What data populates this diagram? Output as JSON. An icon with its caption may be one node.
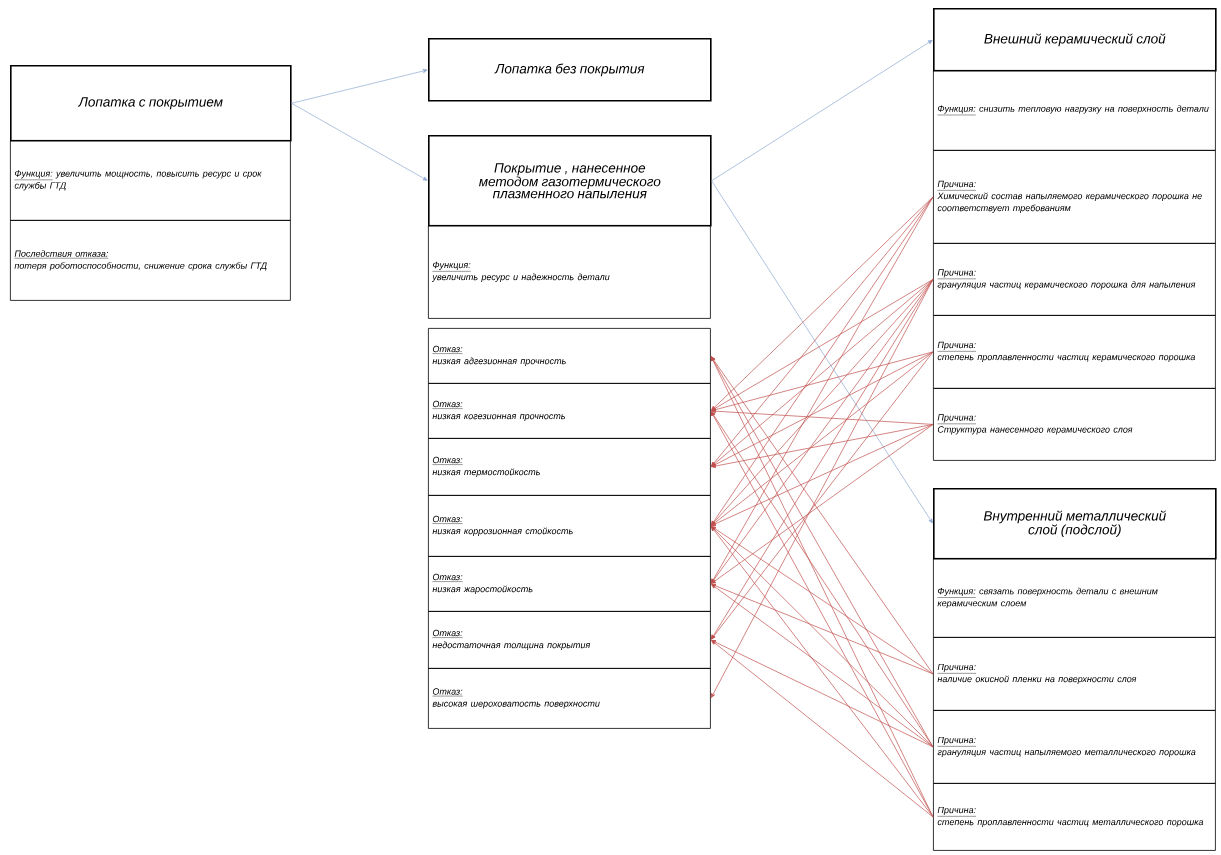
{
  "diagram": {
    "nodes": [
      {
        "text": [
          "Лопатка с покрытием"
        ]
      },
      {
        "text": [
          "Функция:",
          "увеличить мощность, повысить ресурс и срок службы ГТД"
        ]
      },
      {
        "text": [
          "Последствия отказа:",
          "потеря роботоспособности, снижение срока службы ГТД"
        ]
      },
      {
        "text": [
          "Лопатка без покрытия"
        ]
      },
      {
        "text": [
          "Покрытие , нанесенное методом газотермического плазменного напыления"
        ]
      },
      {
        "text": [
          "Функция:",
          "увеличить ресурс и надежность детали"
        ]
      },
      {
        "text": [
          "Отказ:",
          "низкая адгезионная прочность"
        ]
      },
      {
        "text": [
          "Отказ:",
          "низкая когезионная прочность"
        ]
      },
      {
        "text": [
          "Отказ:",
          "низкая термостойкость"
        ]
      },
      {
        "text": [
          "Отказ:",
          "низкая коррозионная стойкость"
        ]
      },
      {
        "text": [
          "Отказ:",
          "низкая жаростойкость"
        ]
      },
      {
        "text": [
          "Отказ:",
          "недостаточная толщина покрытия"
        ]
      },
      {
        "text": [
          "Отказ:",
          "высокая шероховатость поверхности"
        ]
      },
      {
        "text": [
          "Внешний керамический слой"
        ]
      },
      {
        "text": [
          "Функция:",
          "снизить тепловую нагрузку на поверхность детали"
        ]
      },
      {
        "text": [
          "Причина:",
          "Химический состав напыляемого керамического порошка не соответствует требованиям"
        ]
      },
      {
        "text": [
          "Причина:",
          "грануляция частиц керамического порошка для напыления"
        ]
      },
      {
        "text": [
          "Причина:",
          "степень проплавленности частиц керамического порошка"
        ]
      },
      {
        "text": [
          "Причина:",
          "Структура нанесенного керамического слоя"
        ]
      },
      {
        "text": [
          "Внутренний металлический слой (подслой)"
        ]
      },
      {
        "text": [
          "Функция:",
          "связать поверхность детали с внешним керамическим слоем"
        ]
      },
      {
        "text": [
          "Причина:",
          "наличие окисной пленки на поверхности слоя"
        ]
      },
      {
        "text": [
          "Причина:",
          "грануляция частиц напыляемого металлического порошка"
        ]
      },
      {
        "text": [
          "Причина:",
          "степень проплавленности частиц металлического порошка"
        ]
      }
    ],
    "edges": [
      {
        "from": 0,
        "to": 3,
        "arrow": "to",
        "color": "#8ea9d1"
      },
      {
        "from": 0,
        "to": 4,
        "arrow": "to",
        "color": "#8ea9d1"
      },
      {
        "from": 4,
        "to": 13,
        "arrow": "to",
        "color": "#8ea9d1"
      },
      {
        "from": 4,
        "to": 19,
        "arrow": "to",
        "color": "#8ea9d1"
      },
      {
        "from": 15,
        "to": 7,
        "arrow": "to"
      },
      {
        "from": 15,
        "to": 8,
        "arrow": "to"
      },
      {
        "from": 15,
        "to": 9,
        "arrow": "to"
      },
      {
        "from": 15,
        "to": 10,
        "arrow": "to"
      },
      {
        "from": 16,
        "to": 7,
        "arrow": "to"
      },
      {
        "from": 16,
        "to": 8,
        "arrow": "to"
      },
      {
        "from": 16,
        "to": 9,
        "arrow": "to"
      },
      {
        "from": 16,
        "to": 10,
        "arrow": "to"
      },
      {
        "from": 16,
        "to": 11,
        "arrow": "to"
      },
      {
        "from": 16,
        "to": 12,
        "arrow": "to"
      },
      {
        "from": 17,
        "to": 7,
        "arrow": "to"
      },
      {
        "from": 17,
        "to": 8,
        "arrow": "to"
      },
      {
        "from": 17,
        "to": 9,
        "arrow": "to"
      },
      {
        "from": 17,
        "to": 11,
        "arrow": "to"
      },
      {
        "from": 18,
        "to": 7,
        "arrow": "to"
      },
      {
        "from": 18,
        "to": 8,
        "arrow": "to"
      },
      {
        "from": 18,
        "to": 9,
        "arrow": "to"
      },
      {
        "from": 18,
        "to": 10,
        "arrow": "to"
      },
      {
        "from": 21,
        "to": 6,
        "arrow": "to"
      },
      {
        "from": 21,
        "to": 9,
        "arrow": "to"
      },
      {
        "from": 21,
        "to": 10,
        "arrow": "to"
      },
      {
        "from": 22,
        "to": 6,
        "arrow": "to"
      },
      {
        "from": 22,
        "to": 7,
        "arrow": "to"
      },
      {
        "from": 22,
        "to": 9,
        "arrow": "to"
      },
      {
        "from": 22,
        "to": 10,
        "arrow": "to"
      },
      {
        "from": 22,
        "to": 11,
        "arrow": "to"
      },
      {
        "from": 23,
        "to": 6,
        "arrow": "to"
      },
      {
        "from": 23,
        "to": 7,
        "arrow": "to"
      },
      {
        "from": 23,
        "to": 9,
        "arrow": "to"
      },
      {
        "from": 23,
        "to": 11,
        "arrow": "to"
      }
    ]
  }
}
